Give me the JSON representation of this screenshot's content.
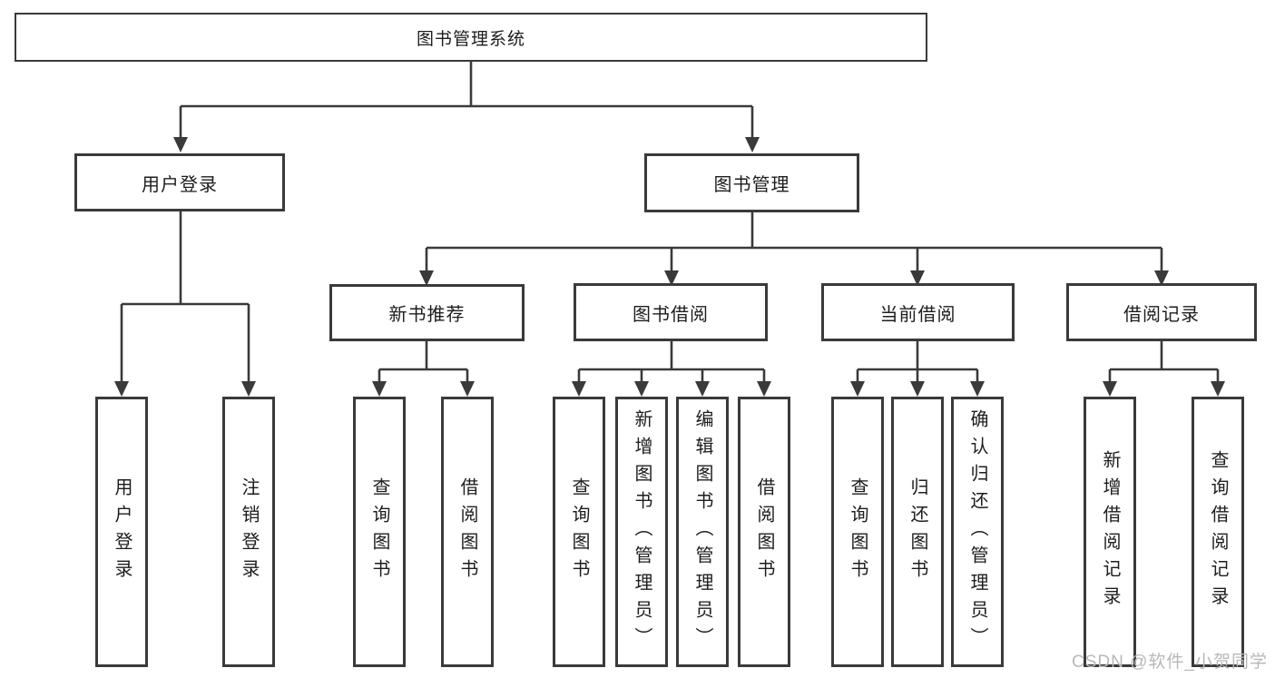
{
  "diagram_title": "图书管理系统",
  "colors": {
    "line": "#3a3a3a",
    "text": "#1d1d1d",
    "background": "#ffffff",
    "watermark": "#b8b8b8"
  },
  "tree": {
    "root": {
      "label": "图书管理系统",
      "children": [
        {
          "label": "用户登录",
          "children": [
            {
              "label": "用户登录"
            },
            {
              "label": "注销登录"
            }
          ]
        },
        {
          "label": "图书管理",
          "children": [
            {
              "label": "新书推荐",
              "children": [
                {
                  "label": "查询图书"
                },
                {
                  "label": "借阅图书"
                }
              ]
            },
            {
              "label": "图书借阅",
              "children": [
                {
                  "label": "查询图书"
                },
                {
                  "label": "新增图书（管理员）"
                },
                {
                  "label": "编辑图书（管理员）"
                },
                {
                  "label": "借阅图书"
                }
              ]
            },
            {
              "label": "当前借阅",
              "children": [
                {
                  "label": "查询图书"
                },
                {
                  "label": "归还图书"
                },
                {
                  "label": "确认归还（管理员）"
                }
              ]
            },
            {
              "label": "借阅记录",
              "children": [
                {
                  "label": "新增借阅记录"
                },
                {
                  "label": "查询借阅记录"
                }
              ]
            }
          ]
        }
      ]
    }
  },
  "watermark": "CSDN @软件_小贺同学"
}
